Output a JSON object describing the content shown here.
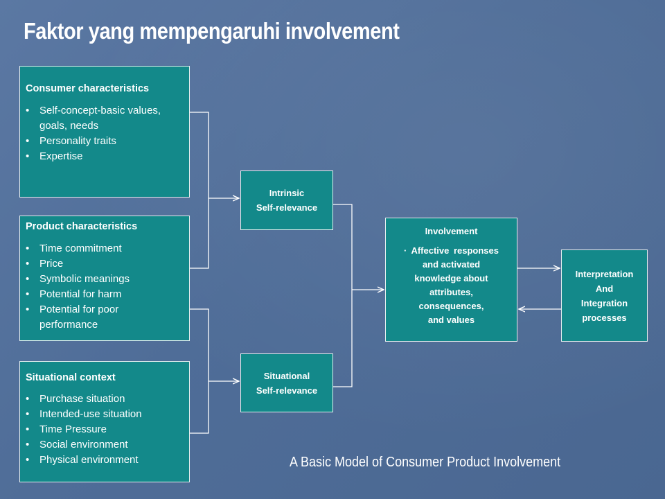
{
  "title": "Faktor yang mempengaruhi involvement",
  "consumer": {
    "heading": "Consumer characteristics",
    "items": [
      "Self-concept-basic values, goals, needs",
      "Personality traits",
      "Expertise"
    ]
  },
  "product": {
    "heading": "Product characteristics",
    "items": [
      "Time commitment",
      "Price",
      "Symbolic meanings",
      "Potential for harm",
      "Potential for poor performance"
    ]
  },
  "situational_context": {
    "heading": "Situational context",
    "items": [
      "Purchase situation",
      "Intended-use situation",
      "Time Pressure",
      "Social environment",
      "Physical environment"
    ]
  },
  "intrinsic": {
    "line1": "Intrinsic",
    "line2": "Self-relevance"
  },
  "situational_relevance": {
    "line1": "Situational",
    "line2": "Self-relevance"
  },
  "involvement": {
    "heading": "Involvement",
    "lines": [
      "· Affective responses",
      "and activated",
      "knowledge about",
      "attributes,",
      "consequences,",
      "and values"
    ]
  },
  "interpretation": {
    "lines": [
      "Interpretation",
      "And",
      "Integration",
      "processes"
    ]
  },
  "caption": "A Basic Model of Consumer Product Involvement",
  "colors": {
    "background": "#5270a0",
    "box_fill": "#13898a",
    "box_border": "#e6efef",
    "text": "#ffffff"
  }
}
